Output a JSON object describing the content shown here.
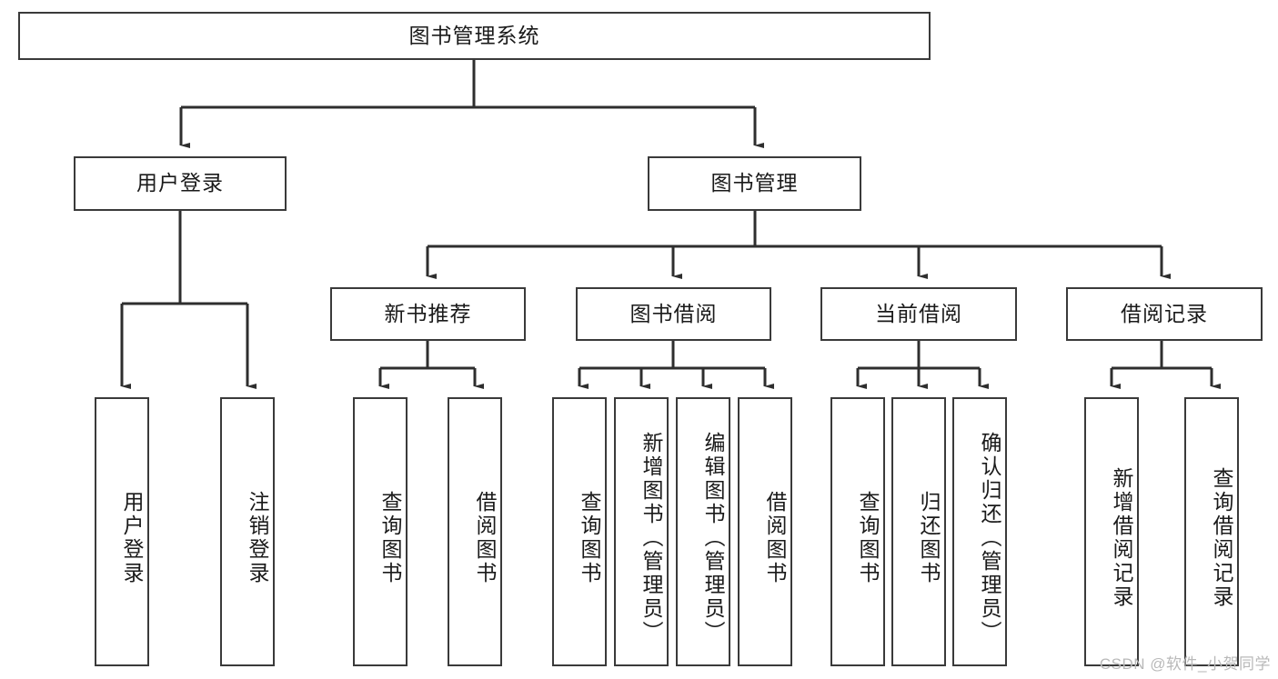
{
  "diagram": {
    "title": "图书管理系统",
    "type": "tree",
    "watermark": "CSDN @软件_小贺同学",
    "colors": {
      "box_border": "#3a3a3a",
      "box_fill": "#ffffff",
      "edge": "#2e2e2e",
      "text": "#1a1a1a",
      "watermark": "#b9b9b9"
    },
    "nodes": {
      "root": {
        "label": "图书管理系统"
      },
      "level2": [
        {
          "id": "user-login",
          "label": "用户登录"
        },
        {
          "id": "book-manage",
          "label": "图书管理"
        }
      ],
      "level3": [
        {
          "id": "new-book-recommend",
          "label": "新书推荐"
        },
        {
          "id": "book-borrow",
          "label": "图书借阅"
        },
        {
          "id": "current-borrow",
          "label": "当前借阅"
        },
        {
          "id": "borrow-record",
          "label": "借阅记录"
        }
      ],
      "leaves": [
        {
          "id": "leaf-user-login",
          "label": "用户登录",
          "parent": "user-login"
        },
        {
          "id": "leaf-logout-login",
          "label": "注销登录",
          "parent": "user-login"
        },
        {
          "id": "leaf-query-book-1",
          "label": "查询图书",
          "parent": "new-book-recommend"
        },
        {
          "id": "leaf-borrow-book-1",
          "label": "借阅图书",
          "parent": "new-book-recommend"
        },
        {
          "id": "leaf-query-book-2",
          "label": "查询图书",
          "parent": "book-borrow"
        },
        {
          "id": "leaf-add-book",
          "label": "新增图书（管理员）",
          "parent": "book-borrow"
        },
        {
          "id": "leaf-edit-book",
          "label": "编辑图书（管理员）",
          "parent": "book-borrow"
        },
        {
          "id": "leaf-borrow-book-2",
          "label": "借阅图书",
          "parent": "book-borrow"
        },
        {
          "id": "leaf-query-book-3",
          "label": "查询图书",
          "parent": "current-borrow"
        },
        {
          "id": "leaf-return-book",
          "label": "归还图书",
          "parent": "current-borrow"
        },
        {
          "id": "leaf-confirm-return",
          "label": "确认归还（管理员）",
          "parent": "current-borrow"
        },
        {
          "id": "leaf-add-record",
          "label": "新增借阅记录",
          "parent": "borrow-record"
        },
        {
          "id": "leaf-query-record",
          "label": "查询借阅记录",
          "parent": "borrow-record"
        }
      ]
    }
  }
}
